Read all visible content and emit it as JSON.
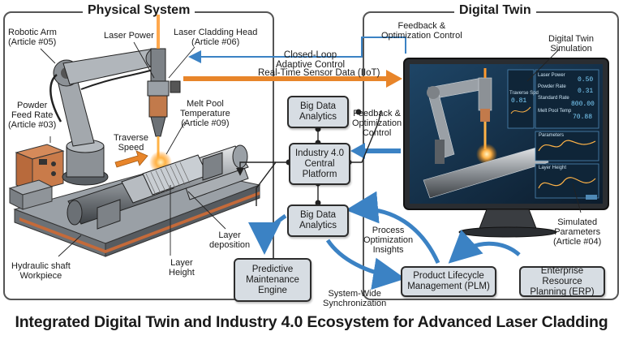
{
  "title": "Integrated Digital Twin and Industry 4.0 Ecosystem for Advanced Laser Cladding",
  "panels": {
    "physical": "Physical System",
    "digital": "Digital Twin"
  },
  "physical_labels": {
    "robotic_arm": [
      "Robotic Arm",
      "(Article #05)"
    ],
    "laser_power": [
      "Laser Power"
    ],
    "cladding_head": [
      "Laser Cladding Head",
      "(Article #06)"
    ],
    "powder_feed": [
      "Powder",
      "Feed Rate",
      "(Article #03)"
    ],
    "melt_pool": [
      "Melt Pool",
      "Temperature",
      "(Article #09)"
    ],
    "traverse": [
      "Traverse",
      "Speed"
    ],
    "deposition": [
      "Layer",
      "deposition"
    ],
    "shaft": [
      "Hydraulic shaft",
      "Workpiece"
    ],
    "layer_height": [
      "Layer",
      "Height"
    ]
  },
  "digital_labels": {
    "feedback_top": [
      "Feedback &",
      "Optimization Control"
    ],
    "twin_sim": [
      "Digital Twin",
      "Simulation"
    ],
    "sim_params": [
      "Simulated",
      "Parameters",
      "(Article #04)"
    ]
  },
  "flows": {
    "closed_loop": [
      "Closed-Loop",
      "Adaptive Control"
    ],
    "sensor_data": [
      "Real-Time Sensor Data (IIoT)"
    ],
    "feedback_mid": [
      "Feedback &",
      "Optimization",
      "Control"
    ],
    "process_opt": [
      "Process",
      "Optimization",
      "Insights"
    ],
    "sync": [
      "System-Wide",
      "Synchronization"
    ]
  },
  "nodes": {
    "big_data_top": [
      "Big Data",
      "Analytics"
    ],
    "central": [
      "Industry 4.0",
      "Central",
      "Platform"
    ],
    "big_data_bottom": [
      "Big Data",
      "Analytics"
    ],
    "predictive": [
      "Predictive",
      "Maintenance",
      "Engine"
    ],
    "plm": [
      "Product Lifecycle",
      "Management (PLM)"
    ],
    "erp": [
      "Enterprise Resource",
      "Planning (ERP)"
    ]
  },
  "monitor_readouts": [
    {
      "label": "Laser Power",
      "value": "0.50"
    },
    {
      "label": "Powder Rate",
      "value": "0.31"
    },
    {
      "label": "Traverse Spd",
      "value": "0.81"
    },
    {
      "label": "Standard Rate",
      "value": "800.00"
    },
    {
      "label": "Melt Pool Temp",
      "value": "70.88"
    }
  ],
  "monitor_panels": [
    "Parameters",
    "Layer Height"
  ],
  "colors": {
    "accent_orange": "#e8852a",
    "accent_blue": "#3b82c4",
    "node_fill": "#d7dde3",
    "monitor_bg": "#16324d"
  }
}
